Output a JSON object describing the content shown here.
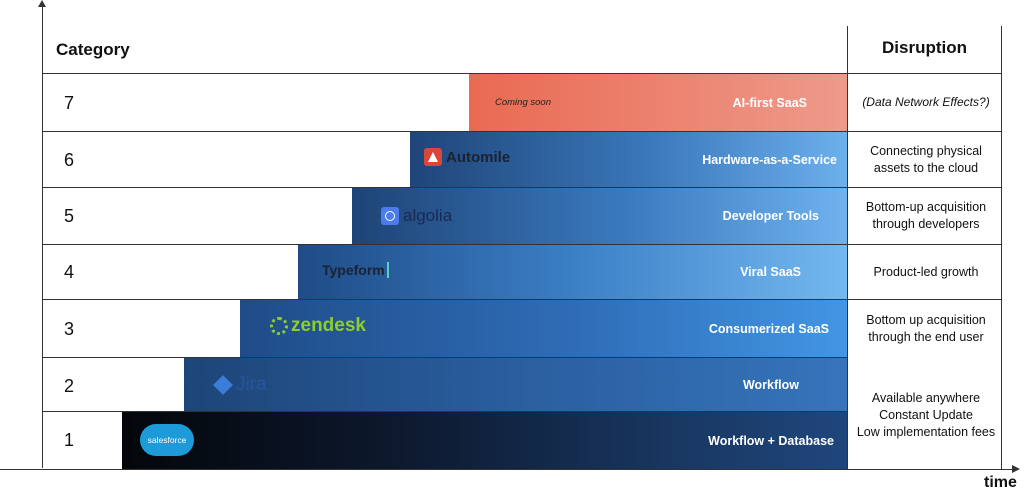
{
  "header": {
    "category": "Category",
    "disruption": "Disruption"
  },
  "axis": {
    "x_label": "time"
  },
  "rows": [
    {
      "number": "7",
      "type": "AI-first SaaS",
      "disruption": "(Data Network Effects?)",
      "logo_text": "Coming soon",
      "color": "#e8705e"
    },
    {
      "number": "6",
      "type": "Hardware-as-a-Service",
      "disruption": "Connecting physical assets to the cloud",
      "logo_text": "Automile",
      "color": "#2f62a5"
    },
    {
      "number": "5",
      "type": "Developer Tools",
      "disruption": "Bottom-up acquisition through developers",
      "logo_text": "algolia",
      "color": "#2f62a5"
    },
    {
      "number": "4",
      "type": "Viral SaaS",
      "disruption": "Product-led growth",
      "logo_text": "Typeform",
      "color": "#3a73bb"
    },
    {
      "number": "3",
      "type": "Consumerized SaaS",
      "disruption": "Bottom up acquisition through the end user",
      "logo_text": "zendesk",
      "color": "#2d6fc4"
    },
    {
      "number": "2",
      "type": "Workflow",
      "disruption": "Available anywhere\nConstant Update\nLow implementation fees",
      "logo_text": "Jira",
      "color": "#2a5a9c"
    },
    {
      "number": "1",
      "type": "Workflow + Database",
      "disruption": "",
      "logo_text": "salesforce",
      "color": "#0b0f1a"
    }
  ]
}
